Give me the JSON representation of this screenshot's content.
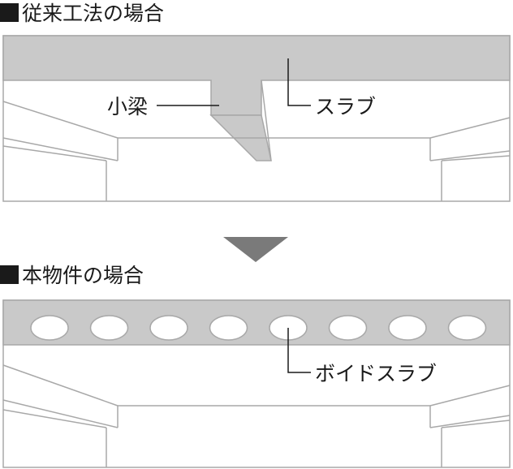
{
  "sections": {
    "conventional": {
      "heading": "従来工法の場合"
    },
    "this_property": {
      "heading": "本物件の場合"
    }
  },
  "labels": {
    "small_beam": "小梁",
    "slab": "スラブ",
    "void_slab": "ボイドスラブ"
  },
  "icons": {
    "heading_marker": "black-square",
    "transition": "down-triangle"
  },
  "colors": {
    "slab_fill": "#c9c9c9",
    "line": "#a8a8a8",
    "arrow": "#7a7a7a",
    "text": "#1a1a1a"
  }
}
